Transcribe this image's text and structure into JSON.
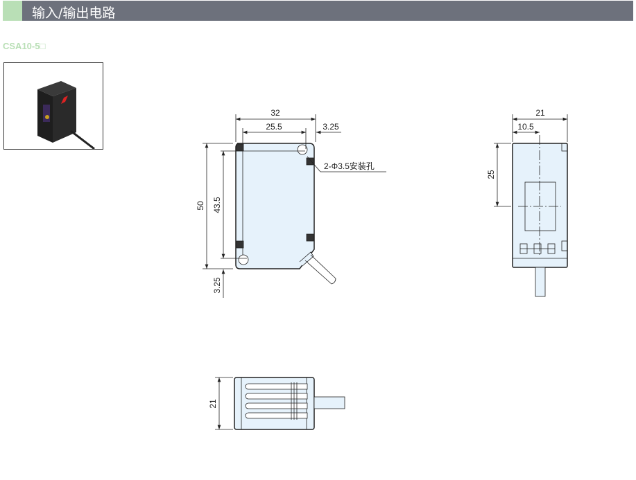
{
  "header": {
    "title": "输入/输出电路",
    "accent_color": "#b9dfb6",
    "bar_color": "#6d717c"
  },
  "model": {
    "name": "CSA10-5□"
  },
  "photo": {
    "alt": "sensor-photo"
  },
  "front_view": {
    "width": "32",
    "hole_pitch_x": "25.5",
    "hole_offset_x": "3.25",
    "hole_note": "2-Φ3.5安装孔",
    "height": "50",
    "hole_pitch_y": "43.5",
    "hole_offset_y": "3.25"
  },
  "side_view": {
    "width": "21",
    "center": "10.5",
    "optical_axis": "25"
  },
  "bottom_view": {
    "width": "21"
  },
  "colors": {
    "body_fill": "#e6f2fb",
    "line": "#222222"
  }
}
